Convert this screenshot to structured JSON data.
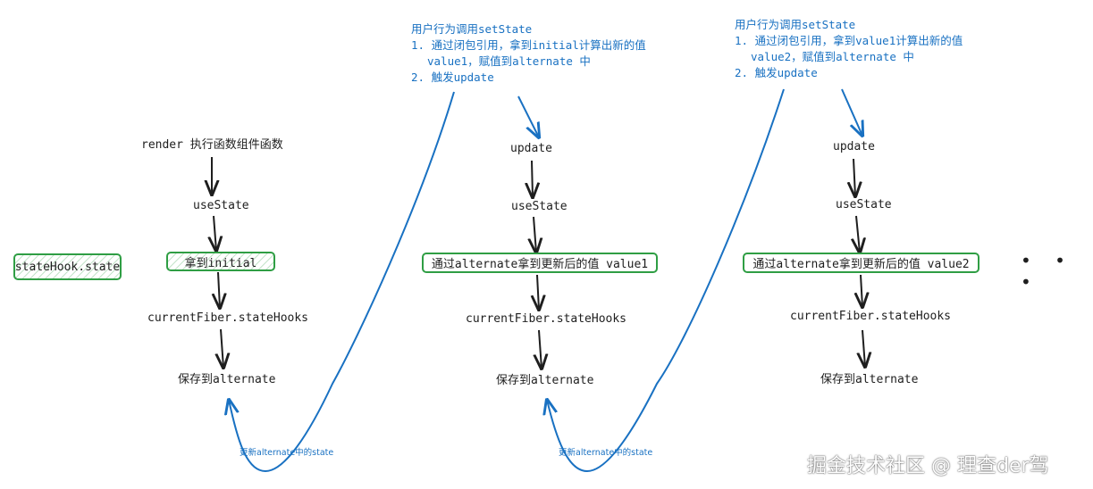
{
  "colors": {
    "ink": "#1e1e1e",
    "note_blue": "#1971c2",
    "highlight_green": "#2f9e44"
  },
  "side_label": "stateHook.state",
  "col1": {
    "render": "render 执行函数组件函数",
    "use_state": "useState",
    "get_value": "拿到initial",
    "fiber_hooks": "currentFiber.stateHooks",
    "save": "保存到alternate"
  },
  "col2": {
    "note_lines": [
      "用户行为调用setState",
      "1. 通过闭包引用，拿到initial计算出新的值",
      "value1，赋值到alternate 中",
      "2. 触发update"
    ],
    "update": "update",
    "use_state": "useState",
    "get_value": "通过alternate拿到更新后的值 value1",
    "fiber_hooks": "currentFiber.stateHooks",
    "save": "保存到alternate"
  },
  "col3": {
    "note_lines": [
      "用户行为调用setState",
      "1. 通过闭包引用，拿到value1计算出新的值",
      "value2，赋值到alternate 中",
      "2. 触发update"
    ],
    "update": "update",
    "use_state": "useState",
    "get_value": "通过alternate拿到更新后的值 value2",
    "fiber_hooks": "currentFiber.stateHooks",
    "save": "保存到alternate"
  },
  "loop_notes": [
    "更新alternate中的state",
    "更新alternate中的state"
  ],
  "ellipsis": "• • •",
  "watermark": "掘金技术社区 @ 理查der驾"
}
